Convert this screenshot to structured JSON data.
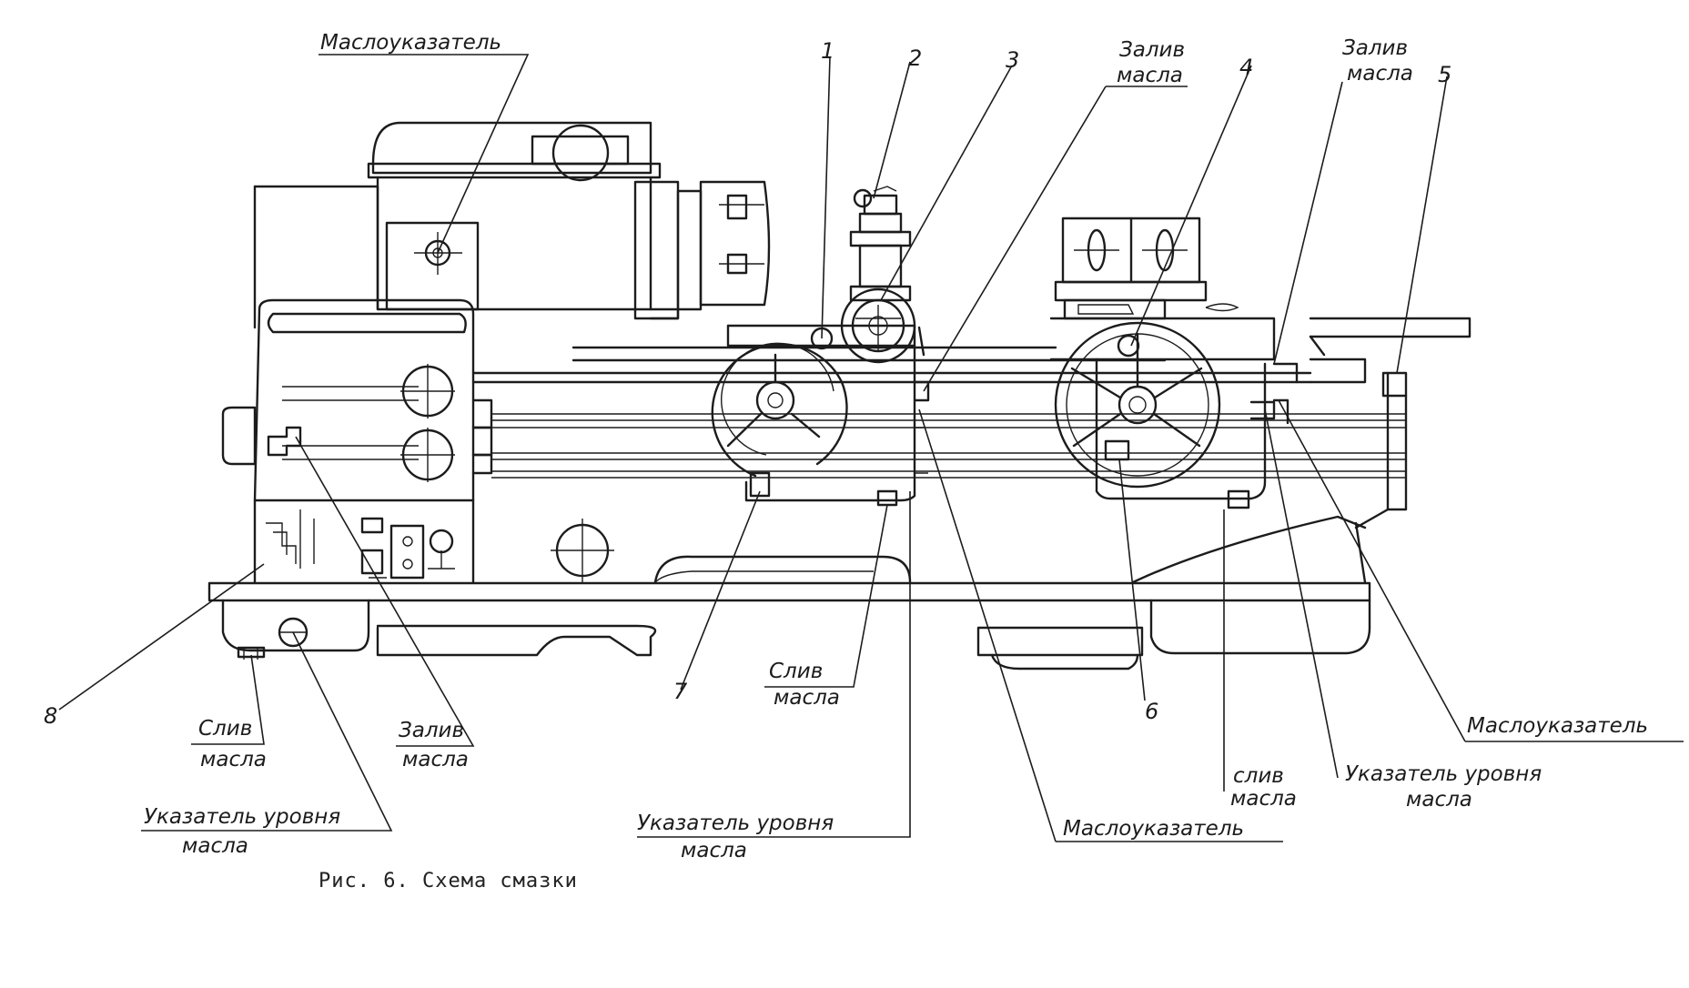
{
  "labels": {
    "oil_indicator_top": "Маслоуказатель",
    "num_1": "1",
    "num_2": "2",
    "num_3": "3",
    "num_4": "4",
    "num_5": "5",
    "num_6": "6",
    "num_7": "7",
    "num_8": "8",
    "oil_fill_center_1": "Залив",
    "oil_fill_center_2": "масла",
    "oil_fill_right_1": "Залив",
    "oil_fill_right_2": "масла",
    "oil_drain_center_1": "Слив",
    "oil_drain_center_2": "масла",
    "oil_drain_left_1": "Слив",
    "oil_drain_left_2": "масла",
    "oil_fill_left_1": "Залив",
    "oil_fill_left_2": "масла",
    "oil_level_left_1": "Указатель уровня",
    "oil_level_left_2": "масла",
    "oil_level_center_1": "Указатель уровня",
    "oil_level_center_2": "масла",
    "oil_indicator_bottom": "Маслоуказатель",
    "oil_drain_right_1": "слив",
    "oil_drain_right_2": "масла",
    "oil_level_right_1": "Указатель уровня",
    "oil_level_right_2": "масла",
    "oil_indicator_right": "Маслоуказатель"
  },
  "caption": "Рис. 6. Схема смазки"
}
